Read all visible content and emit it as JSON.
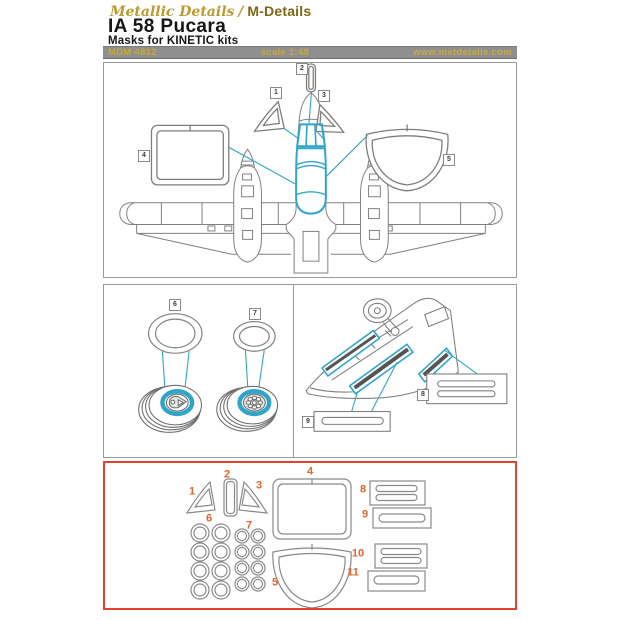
{
  "header": {
    "brand_script": "Metallic Details",
    "brand_sep": "/",
    "brand_name": "M-Details",
    "title": "IA 58 Pucara",
    "subtitle": "Masks for KINETIC kits"
  },
  "info_bar": {
    "product_code": "MDM 4812",
    "scale": "scale 1:48",
    "website": "www.metdetails.com"
  },
  "diagrams": {
    "top_view": {
      "labels": [
        "1",
        "2",
        "3",
        "4",
        "5"
      ]
    },
    "wheels": {
      "labels": [
        "6",
        "7"
      ]
    },
    "cockpit": {
      "labels": [
        "8",
        "9"
      ]
    }
  },
  "mask_sheet": {
    "labels": [
      "1",
      "2",
      "3",
      "4",
      "5",
      "6",
      "7",
      "8",
      "9",
      "10",
      "11"
    ]
  },
  "colors": {
    "mask_highlight_teal": "#2fa5c7",
    "callout_orange": "#e2662e",
    "sheet_border_red": "#e0432f",
    "brand_gold": "#bd9a2f",
    "brand_dark_gold": "#7d6614",
    "info_bar_gray": "#8f8f8f"
  }
}
